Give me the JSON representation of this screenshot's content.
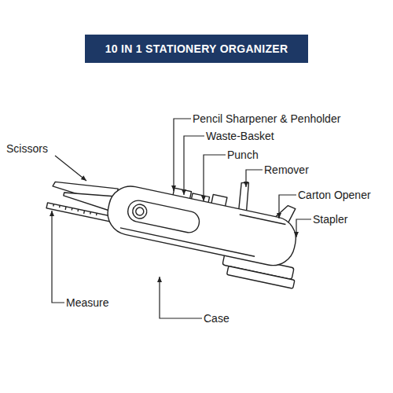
{
  "diagram": {
    "title": "10 IN 1 STATIONERY ORGANIZER",
    "labels": [
      "Pencil Sharpener & Penholder",
      "Waste-Basket",
      "Punch",
      "Remover",
      "Carton Opener",
      "Stapler",
      "Scissors",
      "Measure",
      "Case"
    ]
  }
}
